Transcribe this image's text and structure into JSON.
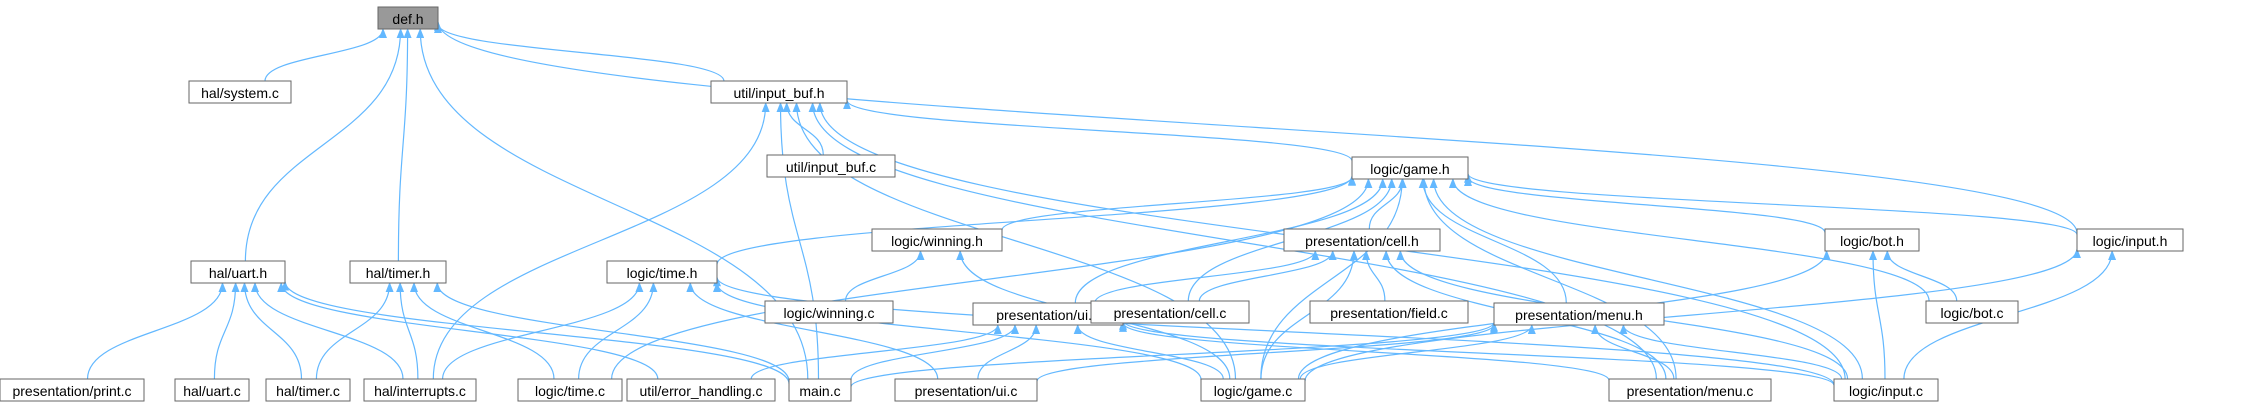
{
  "graph": {
    "root": "def.h",
    "edge_color": "#63b8ff",
    "root_fill": "#999999",
    "nodes": [
      {
        "id": "def_h",
        "label": "def.h"
      },
      {
        "id": "hal_system_c",
        "label": "hal/system.c"
      },
      {
        "id": "util_input_buf_h",
        "label": "util/input_buf.h"
      },
      {
        "id": "util_input_buf_c",
        "label": "util/input_buf.c"
      },
      {
        "id": "logic_game_h",
        "label": "logic/game.h"
      },
      {
        "id": "logic_winning_h",
        "label": "logic/winning.h"
      },
      {
        "id": "presentation_cell_h",
        "label": "presentation/cell.h"
      },
      {
        "id": "logic_bot_h",
        "label": "logic/bot.h"
      },
      {
        "id": "logic_input_h",
        "label": "logic/input.h"
      },
      {
        "id": "hal_uart_h",
        "label": "hal/uart.h"
      },
      {
        "id": "hal_timer_h",
        "label": "hal/timer.h"
      },
      {
        "id": "logic_time_h",
        "label": "logic/time.h"
      },
      {
        "id": "logic_winning_c",
        "label": "logic/winning.c"
      },
      {
        "id": "presentation_ui_h",
        "label": "presentation/ui.h"
      },
      {
        "id": "presentation_cell_c",
        "label": "presentation/cell.c"
      },
      {
        "id": "presentation_field_c",
        "label": "presentation/field.c"
      },
      {
        "id": "presentation_menu_h",
        "label": "presentation/menu.h"
      },
      {
        "id": "logic_bot_c",
        "label": "logic/bot.c"
      },
      {
        "id": "presentation_print_c",
        "label": "presentation/print.c"
      },
      {
        "id": "hal_uart_c",
        "label": "hal/uart.c"
      },
      {
        "id": "hal_timer_c",
        "label": "hal/timer.c"
      },
      {
        "id": "hal_interrupts_c",
        "label": "hal/interrupts.c"
      },
      {
        "id": "logic_time_c",
        "label": "logic/time.c"
      },
      {
        "id": "util_error_handling_c",
        "label": "util/error_handling.c"
      },
      {
        "id": "main_c",
        "label": "main.c"
      },
      {
        "id": "presentation_ui_c",
        "label": "presentation/ui.c"
      },
      {
        "id": "logic_game_c",
        "label": "logic/game.c"
      },
      {
        "id": "presentation_menu_c",
        "label": "presentation/menu.c"
      },
      {
        "id": "logic_input_c",
        "label": "logic/input.c"
      }
    ],
    "edges": [
      [
        "hal_system_c",
        "def_h"
      ],
      [
        "util_input_buf_h",
        "def_h"
      ],
      [
        "hal_uart_h",
        "def_h"
      ],
      [
        "hal_timer_h",
        "def_h"
      ],
      [
        "main_c",
        "def_h"
      ],
      [
        "logic_input_h",
        "def_h"
      ],
      [
        "util_input_buf_c",
        "util_input_buf_h"
      ],
      [
        "logic_game_h",
        "util_input_buf_h"
      ],
      [
        "hal_interrupts_c",
        "util_input_buf_h"
      ],
      [
        "main_c",
        "util_input_buf_h"
      ],
      [
        "logic_game_c",
        "util_input_buf_h"
      ],
      [
        "presentation_menu_c",
        "util_input_buf_h"
      ],
      [
        "logic_input_c",
        "util_input_buf_h"
      ],
      [
        "logic_winning_h",
        "logic_game_h"
      ],
      [
        "presentation_cell_h",
        "logic_game_h"
      ],
      [
        "logic_bot_h",
        "logic_game_h"
      ],
      [
        "logic_input_h",
        "logic_game_h"
      ],
      [
        "logic_time_h",
        "logic_game_h"
      ],
      [
        "presentation_ui_h",
        "logic_game_h"
      ],
      [
        "presentation_cell_c",
        "logic_game_h"
      ],
      [
        "presentation_menu_h",
        "logic_game_h"
      ],
      [
        "logic_bot_c",
        "logic_game_h"
      ],
      [
        "logic_time_c",
        "logic_game_h"
      ],
      [
        "logic_game_c",
        "logic_game_h"
      ],
      [
        "presentation_menu_c",
        "logic_game_h"
      ],
      [
        "logic_input_c",
        "logic_game_h"
      ],
      [
        "logic_winning_c",
        "logic_winning_h"
      ],
      [
        "logic_game_c",
        "logic_winning_h"
      ],
      [
        "presentation_ui_h",
        "presentation_cell_h"
      ],
      [
        "presentation_cell_c",
        "presentation_cell_h"
      ],
      [
        "presentation_field_c",
        "presentation_cell_h"
      ],
      [
        "logic_game_c",
        "presentation_cell_h"
      ],
      [
        "presentation_menu_c",
        "presentation_cell_h"
      ],
      [
        "logic_input_c",
        "presentation_cell_h"
      ],
      [
        "logic_bot_c",
        "logic_bot_h"
      ],
      [
        "logic_game_c",
        "logic_bot_h"
      ],
      [
        "logic_input_c",
        "logic_bot_h"
      ],
      [
        "logic_game_c",
        "logic_input_h"
      ],
      [
        "logic_input_c",
        "logic_input_h"
      ],
      [
        "presentation_print_c",
        "hal_uart_h"
      ],
      [
        "hal_uart_c",
        "hal_uart_h"
      ],
      [
        "hal_timer_c",
        "hal_uart_h"
      ],
      [
        "hal_interrupts_c",
        "hal_uart_h"
      ],
      [
        "util_error_handling_c",
        "hal_uart_h"
      ],
      [
        "main_c",
        "hal_uart_h"
      ],
      [
        "hal_timer_c",
        "hal_timer_h"
      ],
      [
        "hal_interrupts_c",
        "hal_timer_h"
      ],
      [
        "logic_time_c",
        "hal_timer_h"
      ],
      [
        "main_c",
        "hal_timer_h"
      ],
      [
        "hal_interrupts_c",
        "logic_time_h"
      ],
      [
        "logic_time_c",
        "logic_time_h"
      ],
      [
        "presentation_ui_c",
        "logic_time_h"
      ],
      [
        "logic_game_c",
        "logic_time_h"
      ],
      [
        "logic_input_c",
        "logic_time_h"
      ],
      [
        "util_error_handling_c",
        "presentation_ui_h"
      ],
      [
        "main_c",
        "presentation_ui_h"
      ],
      [
        "presentation_ui_c",
        "presentation_ui_h"
      ],
      [
        "logic_game_c",
        "presentation_ui_h"
      ],
      [
        "presentation_menu_c",
        "presentation_ui_h"
      ],
      [
        "logic_input_c",
        "presentation_ui_h"
      ],
      [
        "main_c",
        "presentation_menu_h"
      ],
      [
        "presentation_ui_c",
        "presentation_menu_h"
      ],
      [
        "logic_game_c",
        "presentation_menu_h"
      ],
      [
        "presentation_menu_c",
        "presentation_menu_h"
      ],
      [
        "logic_input_c",
        "presentation_menu_h"
      ]
    ]
  }
}
